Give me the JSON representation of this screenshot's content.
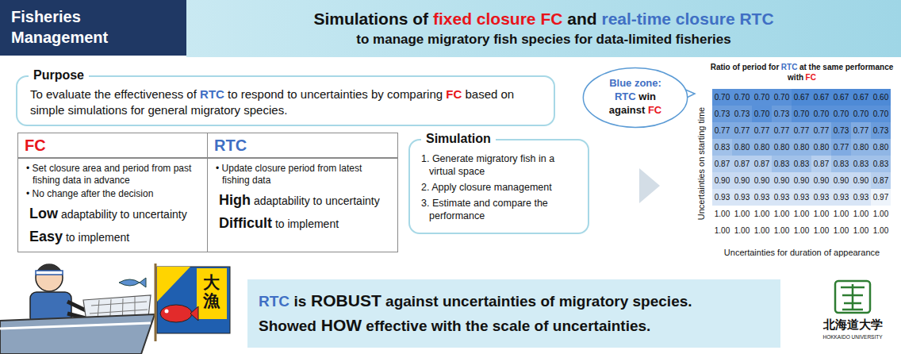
{
  "diagram": {
    "title": "Simulations of fixed closure FC and real-time closure RTC to manage migratory fish species for data-limited fisheries",
    "nodes": [
      {
        "text": [
          "Fisheries Management"
        ]
      },
      {
        "text": [
          "Simulations of",
          "fixed closure FC",
          "and",
          "real-time closure RTC",
          "to manage migratory fish species for data-limited fisheries"
        ]
      },
      {
        "text": [
          "Purpose",
          "To evaluate the effectiveness of",
          "RTC",
          "to respond to uncertainties by comparing",
          "FC",
          "based on simple simulations for general migratory species."
        ]
      },
      {
        "text": [
          "FC",
          "• Set closure area and period from past fishing data in advance",
          "• No change after the decision",
          "Low",
          "adaptability to uncertainty",
          "Easy",
          "to implement"
        ]
      },
      {
        "text": [
          "RTC",
          "• Update closure period from latest fishing data",
          "High",
          "adaptability to uncertainty",
          "Difficult",
          "to implement"
        ]
      },
      {
        "text": [
          "Simulation",
          "1. Generate migratory fish in a virtual space",
          "2. Apply closure management",
          "3. Estimate and compare the performance"
        ]
      },
      {
        "text": [
          "Blue zone:",
          "RTC",
          "win",
          "against",
          "FC"
        ]
      },
      {
        "text": [
          "RTC",
          "is",
          "ROBUST",
          "against uncertainties of migratory species.",
          "Showed",
          "HOW",
          "effective with the scale of uncertainties."
        ]
      }
    ],
    "labels": [
      "大漁",
      "Ratio of period for",
      "RTC",
      "at the same performance with",
      "FC",
      "0.70",
      "0.70",
      "0.70",
      "0.70",
      "0.67",
      "0.67",
      "0.67",
      "0.67",
      "0.60",
      "0.73",
      "0.73",
      "0.70",
      "0.73",
      "0.70",
      "0.70",
      "0.70",
      "0.70",
      "0.70",
      "0.77",
      "0.77",
      "0.77",
      "0.77",
      "0.77",
      "0.77",
      "0.73",
      "0.77",
      "0.73",
      "0.83",
      "0.80",
      "0.80",
      "0.80",
      "0.80",
      "0.80",
      "0.77",
      "0.80",
      "0.80",
      "0.87",
      "0.87",
      "0.87",
      "0.83",
      "0.83",
      "0.87",
      "0.83",
      "0.83",
      "0.83",
      "0.90",
      "0.90",
      "0.90",
      "0.90",
      "0.90",
      "0.90",
      "0.90",
      "0.90",
      "0.87",
      "0.93",
      "0.93",
      "0.93",
      "0.93",
      "0.93",
      "0.93",
      "0.93",
      "0.93",
      "0.97",
      "1.00",
      "1.00",
      "1.00",
      "1.00",
      "1.00",
      "1.00",
      "1.00",
      "1.00",
      "1.00",
      "1.00",
      "1.00",
      "1.00",
      "1.00",
      "1.00",
      "1.00",
      "1.00",
      "1.00",
      "1.00",
      "Uncertainties on starting time",
      "Uncertainties for duration of appearance",
      "北海道大学",
      "HOKKAIDO UNIVERSITY"
    ]
  }
}
